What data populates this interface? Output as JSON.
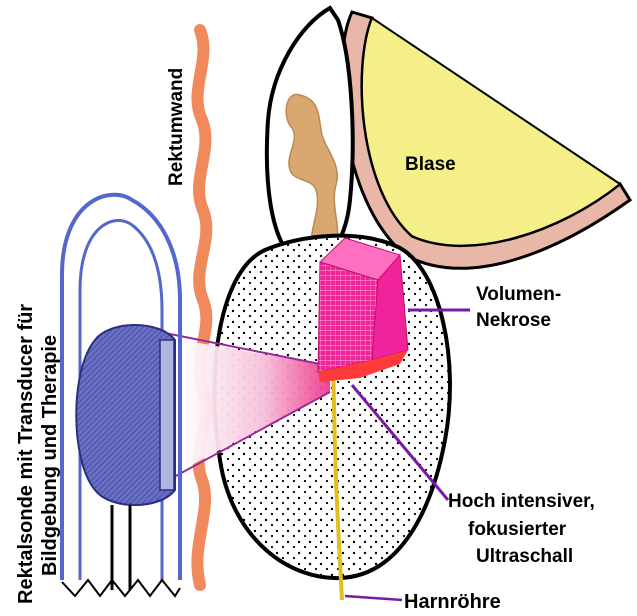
{
  "labels": {
    "rectal_wall": "Rektumwand",
    "bladder": "Blase",
    "volume_necrosis_line1": "Volumen-",
    "volume_necrosis_line2": "Nekrose",
    "hifu_line1": "Hoch intensiver,",
    "hifu_line2": "fokusierter",
    "hifu_line3": "Ultraschall",
    "urethra": "Harnröhre",
    "probe_line1": "Rektalsonde mit Transducer für",
    "probe_line2": "Bildgebung und Therapie"
  },
  "colors": {
    "rectal_wall": "#f08a5d",
    "bladder_fill": "#f5ef8a",
    "bladder_wall": "#e8b7a8",
    "seminal_vesicle": "#d9a870",
    "necrosis": "#f0249a",
    "necrosis_edge": "#ff3a3a",
    "transducer": "#5a5fb8",
    "probe_outline": "#5566cc",
    "pointer": "#7a1aa0",
    "urethra": "#e0c020"
  }
}
